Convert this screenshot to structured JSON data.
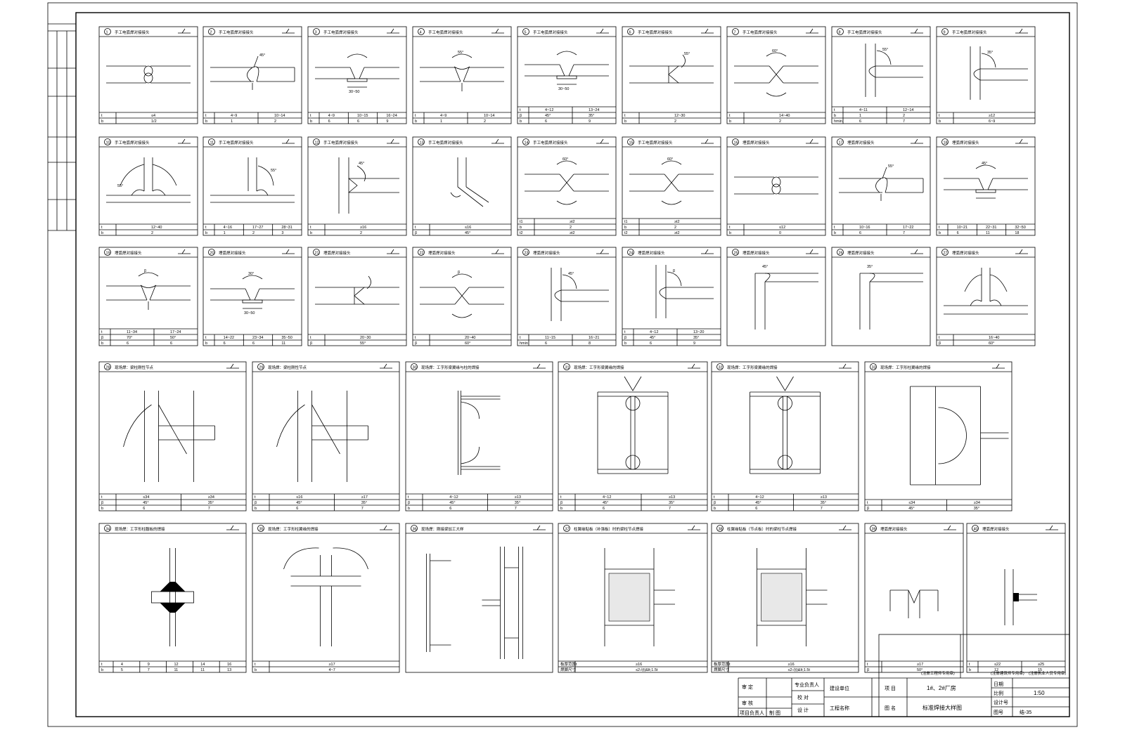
{
  "title_block": {
    "review_label": "审 定",
    "audit_label": "审 核",
    "project_head_label": "项目负责人",
    "discipline_head_label": "专业负责人",
    "check_label": "校 对",
    "design_label": "设 计",
    "draw_label": "制 图",
    "client_label": "建设单位",
    "project_name_label": "工程名称",
    "project_label": "项 目",
    "drawing_name_label": "图 名",
    "project_value": "1#、2#厂房",
    "drawing_value": "标准焊接大样图",
    "date_label": "日期",
    "scale_label": "比例",
    "scale_value": "1:50",
    "design_no_label": "设计号",
    "sheet_no_label": "图号",
    "sheet_no_value": "结-35",
    "stamp_left": "(注册工程师专用章)",
    "stamp_mid": "(注册建筑师专用章)",
    "stamp_right": "(注册执业人员专用章)"
  },
  "rows": [
    {
      "panels": [
        {
          "num": "1",
          "title": "手工电弧焊对接接头",
          "fig": "I",
          "rows": [
            [
              "t",
              "≤4"
            ],
            [
              "b",
              "1/2"
            ]
          ]
        },
        {
          "num": "2",
          "title": "手工电弧焊对接接头",
          "fig": "BEVEL1",
          "angle": "45°",
          "rows": [
            [
              "t",
              "4~9",
              "10~14"
            ],
            [
              "b",
              "1",
              "2"
            ]
          ]
        },
        {
          "num": "3",
          "title": "手工电弧焊对接接头",
          "fig": "V_BACK",
          "rows": [
            [
              "t",
              "4~9",
              "10~15",
              "16~24"
            ],
            [
              "b",
              "6",
              "6",
              "9"
            ]
          ],
          "dim": "30~50"
        },
        {
          "num": "4",
          "title": "手工电弧焊对接接头",
          "fig": "V",
          "angle": "55°",
          "rows": [
            [
              "t",
              "4~9",
              "10~14"
            ],
            [
              "b",
              "1",
              "2"
            ]
          ]
        },
        {
          "num": "5",
          "title": "手工电弧焊对接接头",
          "fig": "V_BACK",
          "rows": [
            [
              "t",
              "4~12",
              "13~24"
            ],
            [
              "β",
              "45°",
              "35°"
            ],
            [
              "b",
              "6",
              "9"
            ]
          ],
          "dim": "30~50"
        },
        {
          "num": "6",
          "title": "手工电弧焊对接接头",
          "fig": "K",
          "angle": "55°",
          "rows": [
            [
              "t",
              "12~30"
            ],
            [
              "b",
              "2"
            ]
          ]
        },
        {
          "num": "7",
          "title": "手工电弧焊对接接头",
          "fig": "X",
          "angle": "60°",
          "rows": [
            [
              "t",
              "14~40"
            ],
            [
              "b",
              "2"
            ]
          ]
        },
        {
          "num": "8",
          "title": "手工电弧焊对接接头",
          "fig": "T_BEVEL",
          "angle": "55°",
          "rows": [
            [
              "t",
              "4~11",
              "12~14"
            ],
            [
              "b",
              "1",
              "2"
            ],
            [
              "hmin",
              "6",
              "7"
            ]
          ]
        },
        {
          "num": "9",
          "title": "手工电弧焊对接接头",
          "fig": "T_BEVEL",
          "angle": "35°",
          "rows": [
            [
              "t",
              "≥12"
            ],
            [
              "b",
              "6~9"
            ]
          ]
        }
      ]
    },
    {
      "panels": [
        {
          "num": "10",
          "title": "手工电弧焊对接接头",
          "fig": "T_K",
          "angle": "55°",
          "rows": [
            [
              "t",
              "12~40"
            ],
            [
              "b",
              "2"
            ]
          ]
        },
        {
          "num": "11",
          "title": "手工电弧焊对接接头",
          "fig": "T_BEVEL_V",
          "angle": "55°",
          "rows": [
            [
              "t",
              "4~16",
              "17~27",
              "28~31"
            ],
            [
              "b",
              "1",
              "2",
              "3"
            ]
          ]
        },
        {
          "num": "12",
          "title": "手工电弧焊对接接头",
          "fig": "T_K_SIDE",
          "angle": "45°",
          "rows": [
            [
              "t",
              "≥16"
            ],
            [
              "b",
              "2"
            ]
          ]
        },
        {
          "num": "13",
          "title": "手工电弧焊对接接头",
          "fig": "SKEW",
          "rows": [
            [
              "t",
              "≤16"
            ],
            [
              "β",
              "45°"
            ]
          ]
        },
        {
          "num": "14",
          "title": "手工电弧焊对接接头",
          "fig": "X",
          "angle": "60°",
          "rows": [
            [
              "t1",
              "≥t2"
            ],
            [
              "b",
              "2"
            ],
            [
              "t2",
              "≥t2"
            ]
          ]
        },
        {
          "num": "15",
          "title": "手工电弧焊对接接头",
          "fig": "X",
          "angle": "60°",
          "rows": [
            [
              "t1",
              "≥t2"
            ],
            [
              "b",
              "2"
            ],
            [
              "t2",
              "≥t2"
            ]
          ]
        },
        {
          "num": "16",
          "title": "埋弧焊对接接头",
          "fig": "I",
          "rows": [
            [
              "t",
              "≤12"
            ],
            [
              "b",
              "0"
            ]
          ]
        },
        {
          "num": "17",
          "title": "埋弧焊对接接头",
          "fig": "BEVEL1",
          "angle": "55°",
          "rows": [
            [
              "t",
              "10~16",
              "17~22"
            ],
            [
              "b",
              "6",
              "7"
            ]
          ]
        },
        {
          "num": "18",
          "title": "埋弧焊对接接头",
          "fig": "V_BACK",
          "angle": "45°",
          "rows": [
            [
              "t",
              "10~21",
              "22~31",
              "32~50"
            ],
            [
              "b",
              "6",
              "11",
              "18"
            ]
          ]
        }
      ]
    },
    {
      "panels": [
        {
          "num": "19",
          "title": "埋弧焊对接接头",
          "fig": "V",
          "angle": "β",
          "rows": [
            [
              "t",
              "11~34",
              "17~24"
            ],
            [
              "β",
              "70°",
              "50°"
            ],
            [
              "b",
              "6",
              "6"
            ]
          ]
        },
        {
          "num": "20",
          "title": "埋弧焊对接接头",
          "fig": "V_BACK",
          "angle": "30°",
          "rows": [
            [
              "t",
              "14~22",
              "23~34",
              "35~50"
            ],
            [
              "b",
              "6",
              "6",
              "11"
            ]
          ],
          "dim": "30~50"
        },
        {
          "num": "21",
          "title": "埋弧焊对接接头",
          "fig": "K",
          "rows": [
            [
              "t",
              "20~30"
            ],
            [
              "β",
              "55°"
            ]
          ]
        },
        {
          "num": "22",
          "title": "埋弧焊对接接头",
          "fig": "X",
          "angle": "β",
          "rows": [
            [
              "t",
              "20~40"
            ],
            [
              "β",
              "60°"
            ]
          ]
        },
        {
          "num": "23",
          "title": "埋弧焊对接接头",
          "fig": "T_BEVEL",
          "angle": "45°",
          "rows": [
            [
              "t",
              "11~15",
              "16~21"
            ],
            [
              "hmin",
              "6",
              "8"
            ]
          ]
        },
        {
          "num": "24",
          "title": "埋弧焊对接接头",
          "fig": "T_BEVEL",
          "angle": "β",
          "rows": [
            [
              "t",
              "4~12",
              "13~20"
            ],
            [
              "β",
              "45°",
              "35°"
            ],
            [
              "b",
              "6",
              "9"
            ]
          ]
        },
        {
          "num": "25",
          "title": "埋弧焊对接接头",
          "fig": "CORNER",
          "angle": "45°",
          "rows": []
        },
        {
          "num": "26",
          "title": "埋弧焊对接接头",
          "fig": "CORNER",
          "angle": "35°",
          "rows": []
        },
        {
          "num": "27",
          "title": "埋弧焊对接接头",
          "fig": "T_V",
          "rows": [
            [
              "t",
              "16~40"
            ],
            [
              "β",
              "60°"
            ]
          ]
        }
      ]
    },
    {
      "panels": [
        {
          "num": "28",
          "title": "现场焊：梁柱刚性节点",
          "fig": "COL_BEAM",
          "rows": [
            [
              "t",
              "≤34",
              "≥34"
            ],
            [
              "β",
              "45°",
              "35°"
            ],
            [
              "b",
              "6",
              "7"
            ]
          ]
        },
        {
          "num": "29",
          "title": "现场焊：梁柱刚性节点",
          "fig": "COL_BEAM",
          "rows": [
            [
              "t",
              "≤16",
              "≥17"
            ],
            [
              "β",
              "45°",
              "35°"
            ],
            [
              "b",
              "6",
              "7"
            ]
          ]
        },
        {
          "num": "30",
          "title": "现场焊：工字形梁翼缘与柱的焊接",
          "fig": "I_BEAM",
          "rows": [
            [
              "t",
              "4~12",
              "≥13"
            ],
            [
              "β",
              "45°",
              "35°"
            ],
            [
              "b",
              "6",
              "7"
            ]
          ]
        },
        {
          "num": "31",
          "title": "现场焊：工字形梁翼缘的焊接",
          "fig": "I_BEAM2",
          "rows": [
            [
              "t",
              "4~12",
              "≥13"
            ],
            [
              "β",
              "45°",
              "35°"
            ],
            [
              "b",
              "6",
              "7"
            ]
          ]
        },
        {
          "num": "32",
          "title": "现场焊：工字形梁翼缘的焊接",
          "fig": "I_BEAM2",
          "rows": [
            [
              "t",
              "4~12",
              "≥13"
            ],
            [
              "β",
              "45°",
              "35°"
            ],
            [
              "b",
              "6",
              "7"
            ]
          ]
        },
        {
          "num": "33",
          "title": "现场焊：工字形柱翼缘的焊接",
          "fig": "HALF_CIRCLE",
          "rows": [
            [
              "t",
              "≤34",
              "≥34"
            ],
            [
              "β",
              "45°",
              "35°"
            ]
          ]
        }
      ]
    },
    {
      "panels": [
        {
          "num": "34",
          "title": "现场焊：工字形柱腹板的焊接",
          "fig": "CROSS",
          "rows": [
            [
              "t",
              "4",
              "9",
              "12",
              "14",
              "16"
            ],
            [
              "b",
              "5",
              "7",
              "11",
              "11",
              "13"
            ]
          ]
        },
        {
          "num": "35",
          "title": "现场焊：工字形柱翼缘的焊接",
          "fig": "T_ARC",
          "rows": [
            [
              "t",
              "≥17"
            ],
            [
              "b",
              "4~7"
            ]
          ]
        },
        {
          "num": "36",
          "title": "现场焊：刚接梁加工大样",
          "fig": "BEAM_DETAIL",
          "rows": []
        },
        {
          "num": "37",
          "title": "柱翼缘贴板（补强板）时的梁柱节点焊接",
          "fig": "PLATE",
          "rows": [
            [
              "板厚范围t",
              "≥16"
            ],
            [
              "焊脚尺寸",
              "≤2√(t)&lt;1.5t"
            ]
          ]
        },
        {
          "num": "38",
          "title": "柱翼缘贴板（节点板）时的梁柱节点焊接",
          "fig": "PLATE",
          "rows": [
            [
              "板厚范围t",
              "≥16"
            ],
            [
              "焊脚尺寸",
              "≤2√(t)&lt;1.5t"
            ]
          ]
        },
        {
          "num": "39",
          "title": "埋弧焊对接接头",
          "fig": "SMALL_V",
          "rows": [
            [
              "t",
              "≥17"
            ],
            [
              "β",
              "50°"
            ]
          ]
        },
        {
          "num": "40",
          "title": "埋弧焊对接接头",
          "fig": "SMALL_T",
          "rows": [
            [
              "t",
              "≤22",
              "≥25"
            ],
            [
              "b",
              "12",
              "15"
            ]
          ]
        }
      ]
    }
  ]
}
